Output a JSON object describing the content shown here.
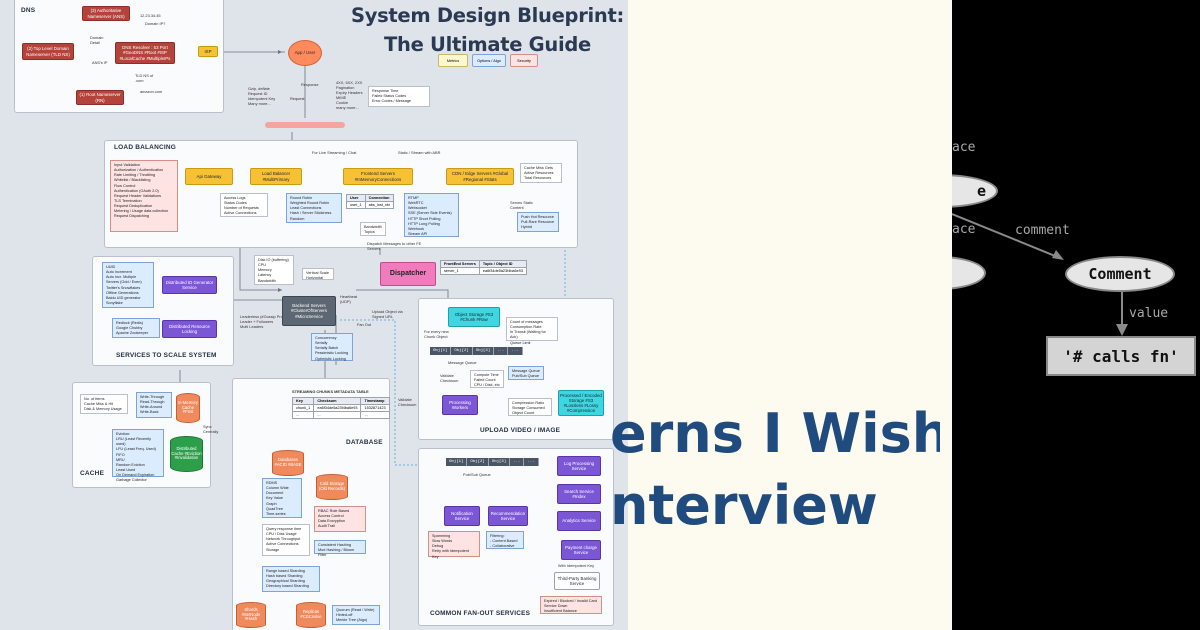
{
  "blueprint": {
    "title_line1": "System Design Blueprint:",
    "title_line2": "The Ultimate Guide",
    "legend": {
      "metrics": "Metrics",
      "options": "Options / Algo",
      "security": "Security"
    },
    "dns": {
      "section": "DNS",
      "auth_ns": "(3) Authoritative Nameserver (ANS)",
      "ip_label": "12.23.34.45",
      "domain_ip": "Domain IP?",
      "domain_detail": "Domain Detail",
      "tld": "(2) Top Level Domain Nameserver (TLD NS)",
      "resolver": "DNS Resolver : 53 Port #GeoDNS #Root #ISP #LocalCache #MultipleIPs",
      "ans_ip": "ANS's IP",
      "tld_ns": "TLD NS of .com",
      "amazon": "amazon.com",
      "root": "(1) Root Nameserver (RN)",
      "isp": "ISP"
    },
    "client": {
      "app_user": "App / User",
      "request": "Request",
      "response": "Response",
      "request_notes": "Gzip, deflate\nRequest ID\nIdempotent Key\nMany more...",
      "response_notes": "4XX, 5XX, 2XX\nPagination\nExpiry Headers\nMIME\nCookie\nmany more...",
      "response_metrics": "Response Time\nFailed Status Codes\nError Codes / Message"
    },
    "load_balancing": {
      "section": "LOAD BALANCING",
      "live_streaming": "For Live Streaming / Chat",
      "static_stream": "Static / Stream with ABR",
      "api_gateway": "Api Gateway",
      "load_balancer": "Load Balancer #MultiPrimary",
      "frontend": "Frontend Servers #InMemoryConnections",
      "cdn": "CDN / Edge Servers #Global #Regional #Stats",
      "security_list": "Input Validation\nAuthorization / Authentication\nRate Limiting / Throttling\nWhitelist / Blacklisting\nFlow Control\nAuthentication (OAuth 2.0)\nRequest Header Validations\nTLS Termination\nRequest Deduplication\nMetering / Usage data collection\nRequest Dispatching",
      "gateway_metrics": "Access Logs\nStatus Codes\nNumber of Requests\nActive Connections",
      "lb_algos": "Round Robin\nWeighted Round Robin\nLeast Connections\nHash / Server Stickiness\nRandom",
      "user_conn_table": {
        "headers": [
          "User",
          "Connection"
        ],
        "rows": [
          [
            "user_1",
            "abs_inst_xbi"
          ]
        ]
      },
      "bandwidth": "Bandwidth\nTopics",
      "protocols": "RTMP\nWebRTC\nWebsocket\nSSE (Server Side Events)\nHTTP Short Polling\nHTTP Long Polling\nWebhook\nStream API",
      "cdn_metrics": "Cache Miss Gets\nActive Resources\nTotal Resources",
      "cdn_options": "Push Hot Resource\nPull-Rare Resource\nHybrid",
      "serves_static": "Serves Static Content",
      "dispatch_msg": "Dispatch Messages to other FE Servers",
      "dispatcher": "Dispatcher",
      "fe_table": {
        "headers": [
          "FrontEnd Servers",
          "Topic / Object ID"
        ],
        "rows": [
          [
            "server_1",
            "ea6f34de5a23f4ba6e93"
          ]
        ]
      }
    },
    "scale": {
      "section": "SERVICES TO SCALE SYSTEM",
      "uuid_notes": "UUID\nAuto Increment\nAuto Incr. Multiple Servers (Odd / Even)\nTwitter's Snowflakes\nOffline Generations\nBaidu UID generator\nSonyflake",
      "distributed_id": "Distributed ID Generator Service",
      "lock_notes": "Redlock (Redis)\nGoogle Chubby\nApache Zookeeper",
      "distributed_lock": "Distributed Resource Locking",
      "leaderless": "Leaderless (#Gossip Protocol)\nLeader + Followers\nMulti Leaders",
      "backend": "Backend Servers #ClusterOfServers #MicroService",
      "backend_metrics": "Disk IO (buffering)\nCPU\nMemory\nLatency\nBandwidth",
      "scale_opts": "Vertical Scale\nHorizontal",
      "heartbeat": "Heartbeat (UDP)",
      "concurrency": "Concurrency\nSerially\nSerially Batch\nPessimistic Locking\nOptimistic Locking",
      "fan_out": "Fan Out",
      "upload_object": "Upload Object via Signed URL"
    },
    "upload": {
      "section": "UPLOAD VIDEO / IMAGE",
      "object_storage": "Object Storage #S3 #Chunk #Raw",
      "for_every_chunk": "For every new Chunk Object",
      "queue": [
        "Obj[1]",
        "Obj[2]",
        "Obj[3]",
        "...",
        "..."
      ],
      "message_queue": "Message Queue",
      "storage_metrics": "Count of messages\nConsumption Rate\nIn Transit (Waiting for Ack)\nQueue Limit",
      "validate_checksum": "Validate Checksum",
      "failure_metrics": "Compute Time\nFailed Count\nCPU / Disk, etc",
      "mq_options": "Message Queue\nPub/Sub Queue",
      "processing": "Processing Workers",
      "compression": "Compression Ratio\nStorage Consumed\nObject Count",
      "processed_storage": "Processed / Encoded Storage #S3 #Lossless #Lossy #Compression",
      "validate2": "Validate Checksum"
    },
    "cache": {
      "section": "CACHE",
      "metrics": "No. of Items\nCache Miss & Hit\nDisk & Memory Usage",
      "write_opts": "Write-Through\nRead-Through\nWrite-Around\nWrite-Back",
      "in_memory": "In-Memory Cache #Post",
      "sync": "Sync Centrally",
      "eviction": "Eviction:\nLRU (Least Recently used)\nLFU (Least Freq. Used)\nFIFO\nMRU\nRandom Eviction\nLeast Used\nOn Demand Expiration\nGarbage Collector",
      "distributed": "Distributed Cache #Eviction #Invalidation"
    },
    "database": {
      "section": "DATABASE",
      "chunk_table_title": "STREAMING CHUNKS METADATA TABLE",
      "chunk_table": {
        "headers": [
          "Key",
          "Checksum",
          "Timestamp"
        ],
        "rows": [
          [
            "chunk_1",
            "ea6f34de5a23f4ba6e93",
            "1532871423"
          ],
          [
            "...",
            "...",
            "..."
          ]
        ]
      },
      "databases": "Databases #ACID #BASE",
      "cold_storage": "Cold Storage (Old Records)",
      "db_types": "RDMS\nColumn Wide\nDocument\nKey Value\nGraph\nQuadTree\nTime-series",
      "db_security": "RBAC Role Based Access Control\nData Encryption\nAudit Trail",
      "db_metrics": "Query response time\nCPU / Disk Usage\nNetwork Throughput\nActive Connections\nStorage",
      "hashing": "Consistent Hashing\nMod Hashing / Bloom Filter",
      "sharding": "Range based Sharding\nHash based Sharding\nGeographical Sharding\nDirectory based Sharding",
      "shards": "Shards #SetNode #Hash",
      "replicas": "Replicas #CDCsolve",
      "quorum": "Quorum (Read / Write)\nHinted-off\nMerkle Tree (Algo)"
    },
    "fanout": {
      "section": "COMMON FAN-OUT SERVICES",
      "queue": [
        "Obj[1]",
        "Obj[2]",
        "Obj[3]",
        "...",
        "..."
      ],
      "pubsub": "Pub/Sub Queue",
      "notification": "Notification Service",
      "recommendation": "Recommendation Service",
      "log": "Log Processing Service",
      "search": "Search Service #Index",
      "analytics": "Analytics Service",
      "payment": "Payment charge Service",
      "idempotent": "With Idempotent Key",
      "third_party": "Third-Party Banking Service",
      "notif_notes": "Spamming\nSlow Words\nDebug\nRetry with Idempotent Key",
      "filter_notes": "Filtering:\n- Content Based\n- Collaborative",
      "payment_errors": "Expired / Blocked / Invalid Card\nService Down\nInsufficient Balance"
    }
  },
  "cover": {
    "title_line1": "erns I Wish",
    "title_line2": "nterview"
  },
  "graph": {
    "label_ace_top": "ace",
    "label_ace_mid": "ace",
    "label_comment": "comment",
    "label_value": "value",
    "node_partial": "e",
    "node_comment": "Comment",
    "value_box": "'# calls fn'"
  },
  "colors": {
    "navy": "#1f4b7e",
    "cream": "#fdfaef",
    "panel_bg": "#dfe3ea"
  }
}
